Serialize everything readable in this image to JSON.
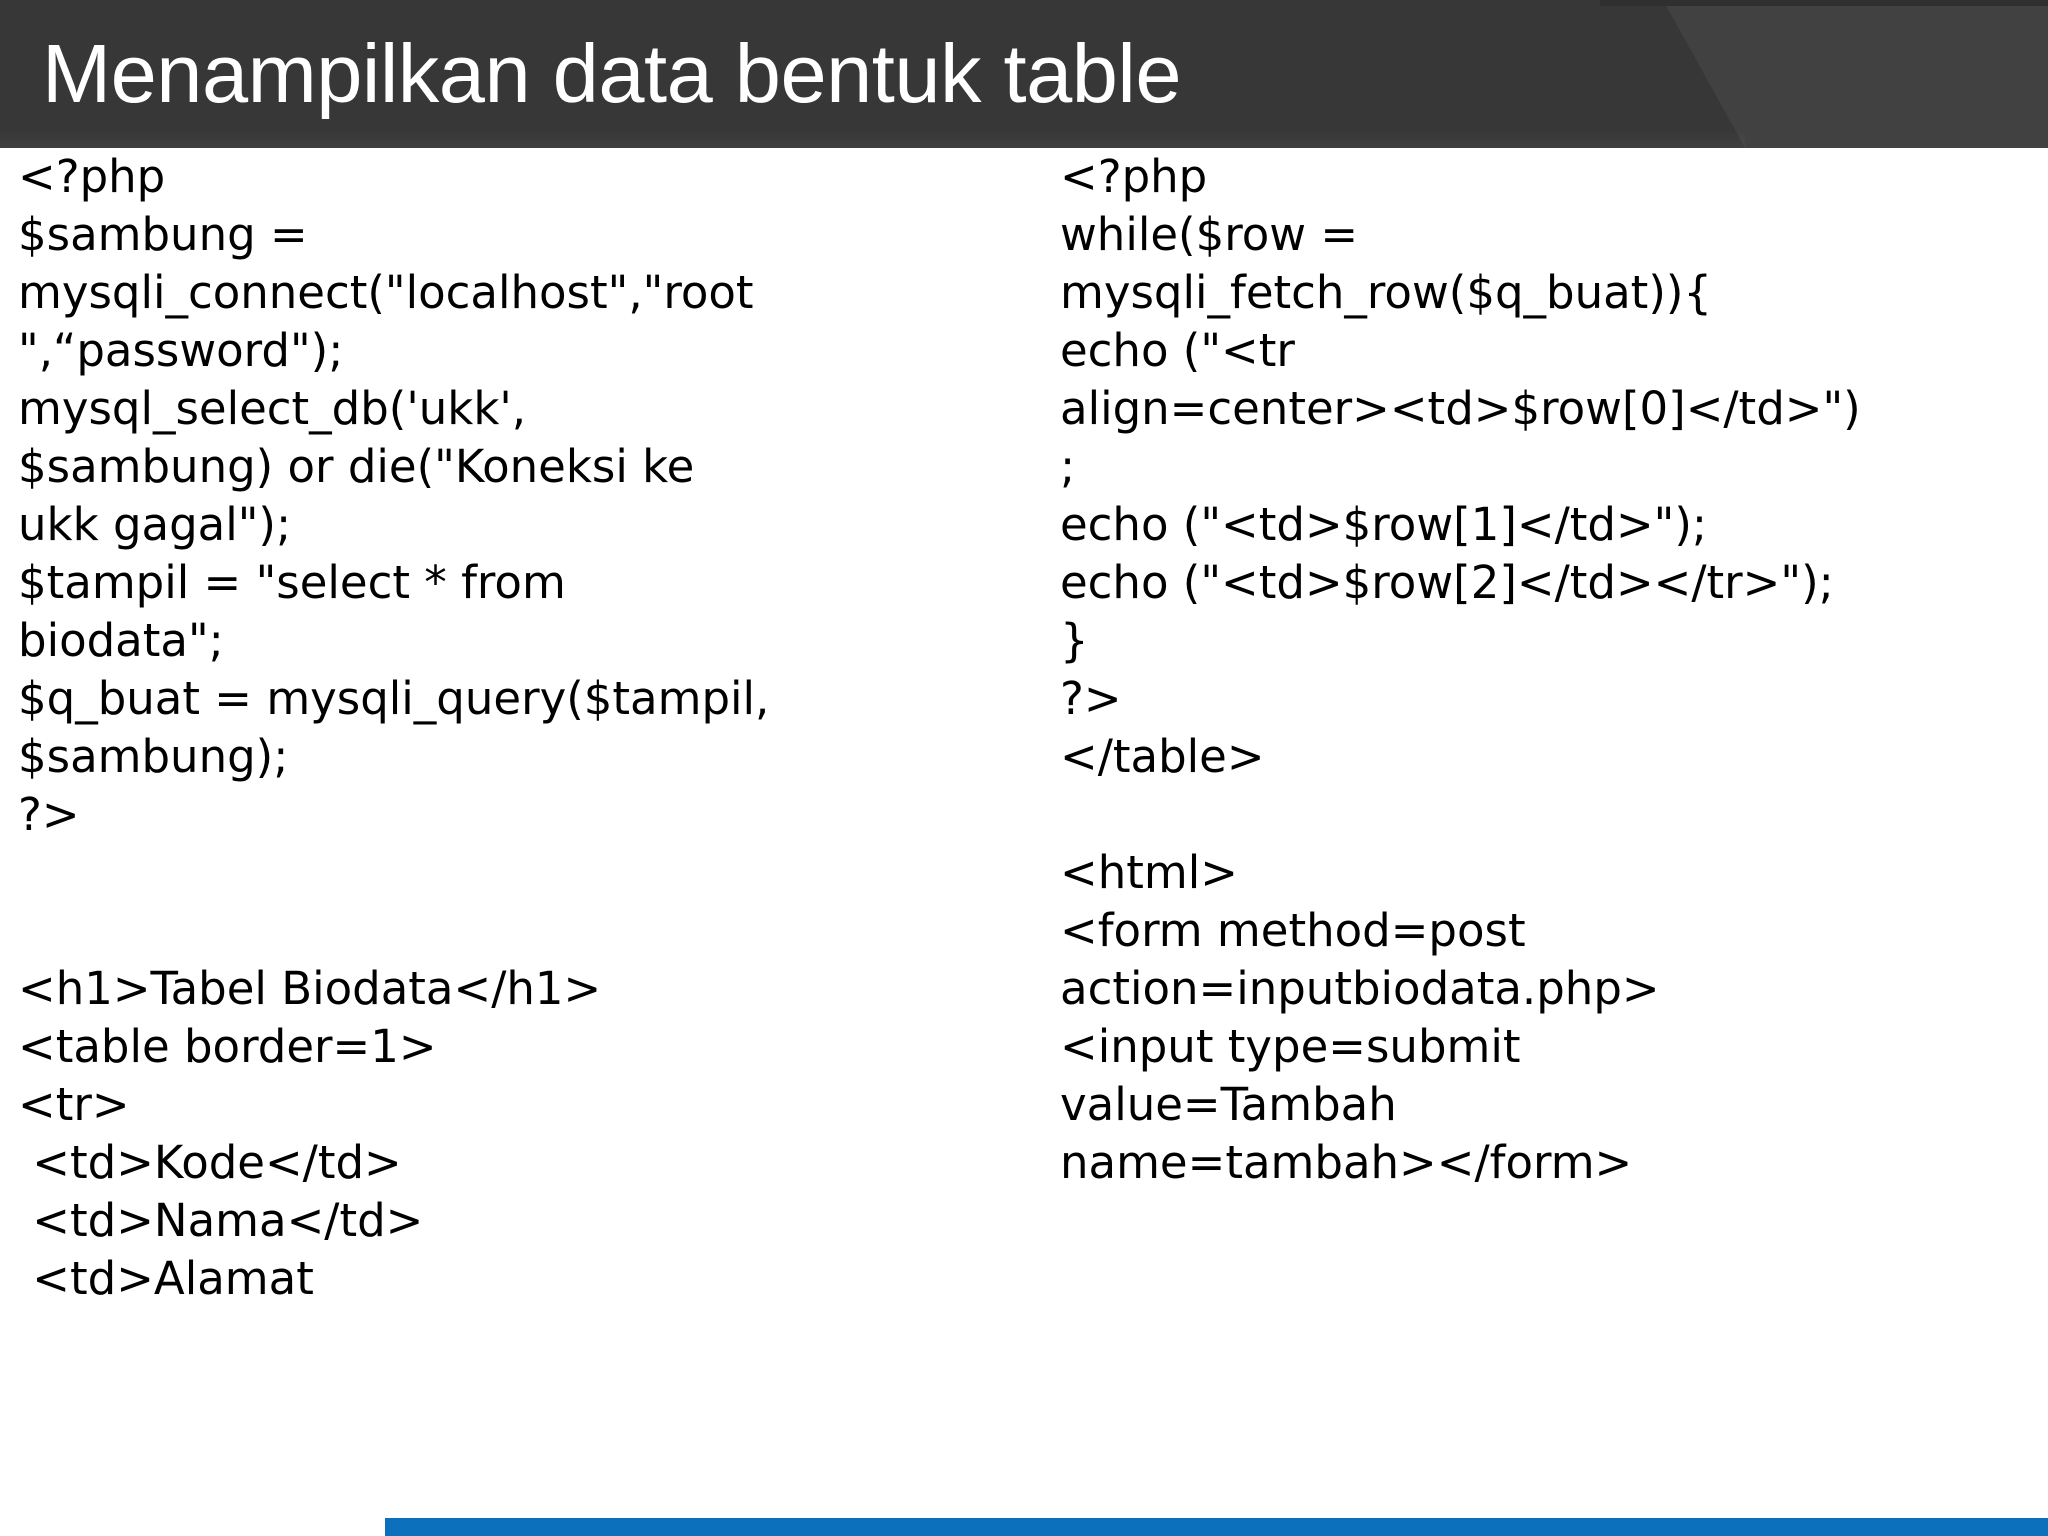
{
  "slide": {
    "title": "Menampilkan data bentuk table",
    "header_bg": "#373737",
    "header_bg_light": "#414141",
    "title_color": "#ffffff",
    "body_bg": "#ffffff",
    "body_text_color": "#000000",
    "accent_bar_color": "#0C70BC"
  },
  "left_column": {
    "lines": [
      "<?php",
      "$sambung =",
      "mysqli_connect(\"localhost\",\"root",
      "\",“password\");",
      "mysql_select_db('ukk',",
      "$sambung) or die(\"Koneksi ke",
      "ukk gagal\");",
      "$tampil = \"select * from",
      "biodata\";",
      "$q_buat = mysqli_query($tampil,",
      "$sambung);",
      "?>",
      "",
      "",
      "<h1>Tabel Biodata</h1>",
      "<table border=1>",
      "<tr>",
      " <td>Kode</td>",
      " <td>Nama</td>",
      " <td>Alamat"
    ]
  },
  "right_column": {
    "lines": [
      "<?php",
      "while($row =",
      "mysqli_fetch_row($q_buat)){",
      "echo (\"<tr",
      "align=center><td>$row[0]</td>\")",
      ";",
      "echo (\"<td>$row[1]</td>\");",
      "echo (\"<td>$row[2]</td></tr>\");",
      "}",
      "?>",
      "</table>",
      "",
      "<html>",
      "<form method=post",
      "action=inputbiodata.php>",
      "<input type=submit",
      "value=Tambah",
      "name=tambah></form>"
    ]
  }
}
